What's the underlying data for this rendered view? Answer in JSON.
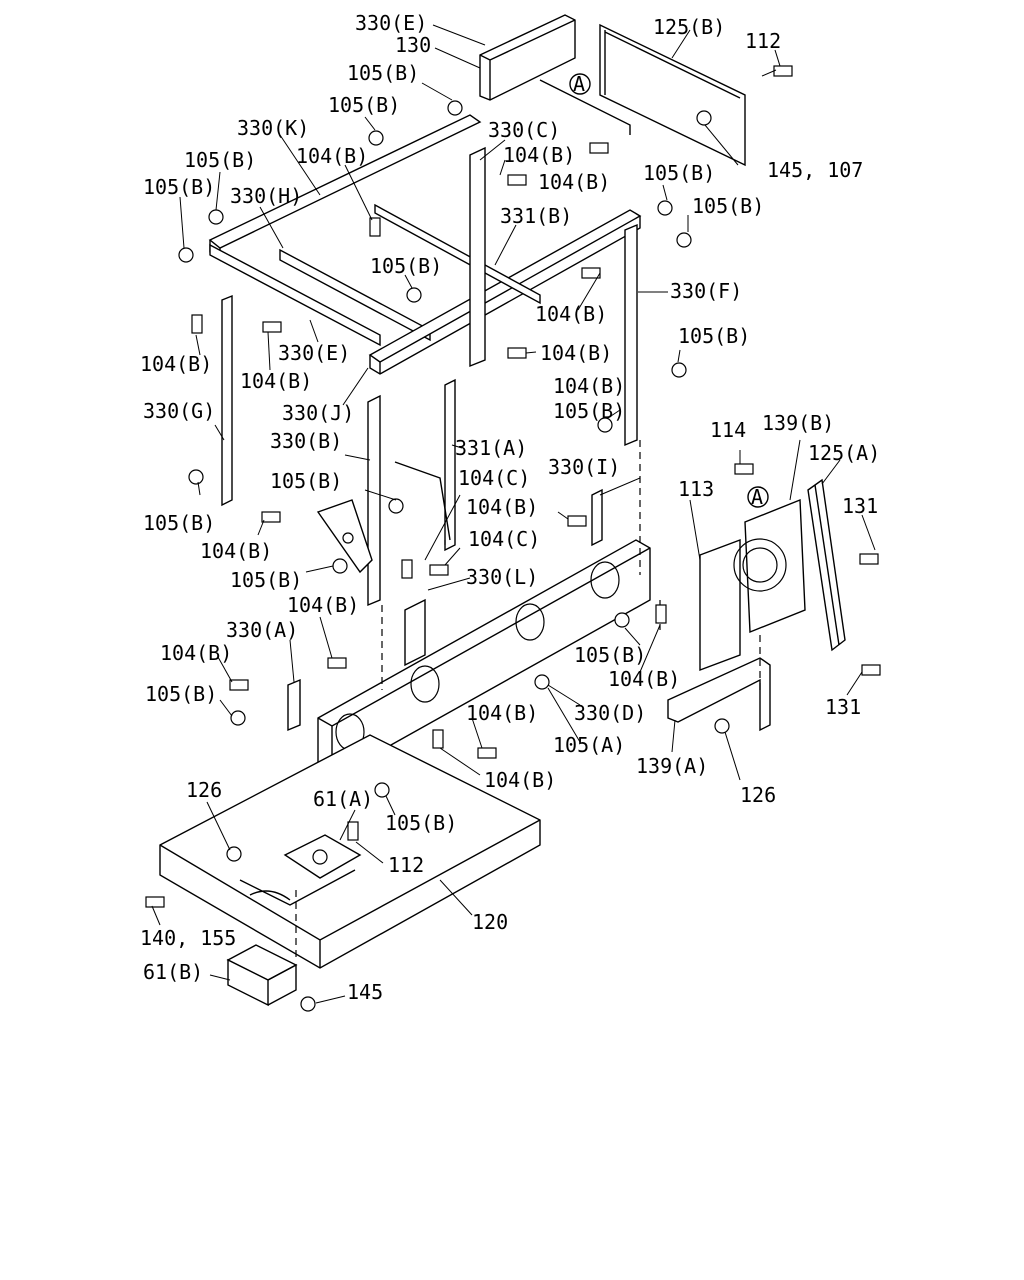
{
  "diagram": {
    "callouts": [
      "330(E)",
      "130",
      "125(B)",
      "112",
      "105(B)",
      "105(B)",
      "330(K)",
      "330(C)",
      "104(B)",
      "104(B)",
      "105(B)",
      "104(B)",
      "105(B)",
      "330(H)",
      "145, 107",
      "105(B)",
      "105(B)",
      "331(B)",
      "105(B)",
      "330(F)",
      "104(B)",
      "104(B)",
      "330(E)",
      "104(B)",
      "104(B)",
      "105(B)",
      "104(B)",
      "330(J)",
      "105(B)",
      "330(G)",
      "330(B)",
      "331(A)",
      "114",
      "139(B)",
      "125(A)",
      "105(B)",
      "104(C)",
      "330(I)",
      "113",
      "131",
      "104(B)",
      "105(B)",
      "104(B)",
      "104(C)",
      "105(B)",
      "330(L)",
      "104(B)",
      "330(A)",
      "105(B)",
      "104(B)",
      "104(B)",
      "131",
      "105(B)",
      "330(D)",
      "104(B)",
      "105(A)",
      "139(A)",
      "126",
      "104(B)",
      "126",
      "61(A)",
      "105(B)",
      "112",
      "120",
      "140, 155",
      "61(B)",
      "145"
    ],
    "view_markers": [
      "A",
      "A"
    ]
  }
}
